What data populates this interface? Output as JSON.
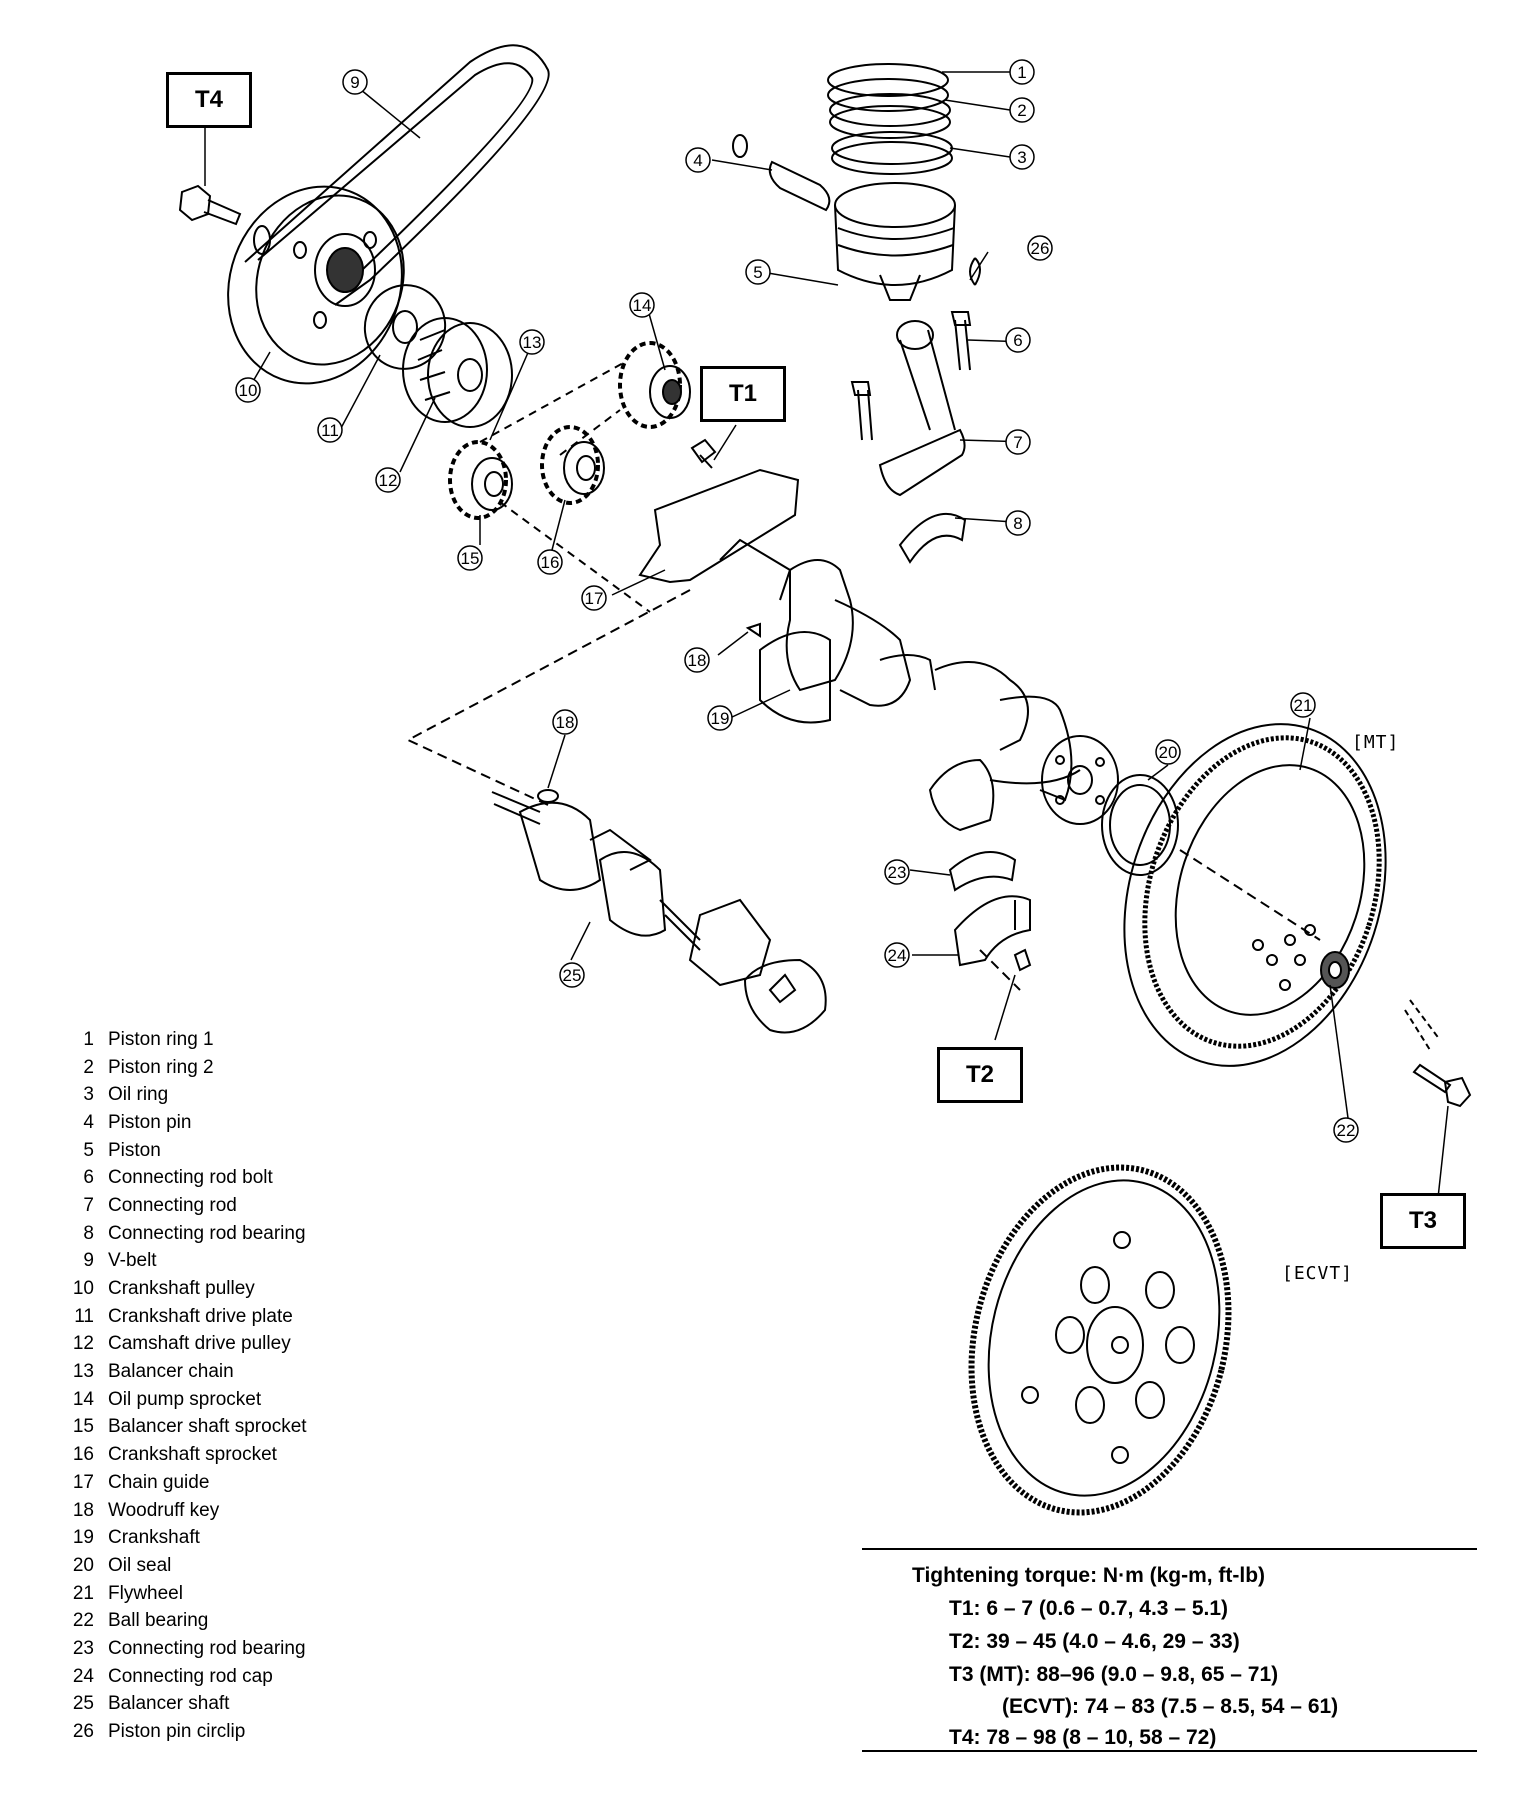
{
  "callouts": [
    "1",
    "2",
    "3",
    "4",
    "5",
    "6",
    "7",
    "8",
    "9",
    "10",
    "11",
    "12",
    "13",
    "14",
    "15",
    "16",
    "17",
    "18",
    "18",
    "19",
    "20",
    "21",
    "22",
    "23",
    "24",
    "25",
    "26"
  ],
  "torque_boxes": {
    "t1": "T1",
    "t2": "T2",
    "t3": "T3",
    "t4": "T4"
  },
  "variants": {
    "mt": "[MT]",
    "ecvt": "[ECVT]"
  },
  "legend": [
    {
      "num": "1",
      "name": "Piston ring 1"
    },
    {
      "num": "2",
      "name": "Piston ring 2"
    },
    {
      "num": "3",
      "name": "Oil ring"
    },
    {
      "num": "4",
      "name": "Piston pin"
    },
    {
      "num": "5",
      "name": "Piston"
    },
    {
      "num": "6",
      "name": "Connecting rod bolt"
    },
    {
      "num": "7",
      "name": "Connecting rod"
    },
    {
      "num": "8",
      "name": "Connecting rod bearing"
    },
    {
      "num": "9",
      "name": "V-belt"
    },
    {
      "num": "10",
      "name": "Crankshaft pulley"
    },
    {
      "num": "11",
      "name": "Crankshaft drive plate"
    },
    {
      "num": "12",
      "name": "Camshaft drive pulley"
    },
    {
      "num": "13",
      "name": "Balancer chain"
    },
    {
      "num": "14",
      "name": "Oil pump sprocket"
    },
    {
      "num": "15",
      "name": "Balancer shaft sprocket"
    },
    {
      "num": "16",
      "name": "Crankshaft sprocket"
    },
    {
      "num": "17",
      "name": "Chain guide"
    },
    {
      "num": "18",
      "name": "Woodruff key"
    },
    {
      "num": "19",
      "name": "Crankshaft"
    },
    {
      "num": "20",
      "name": "Oil seal"
    },
    {
      "num": "21",
      "name": "Flywheel"
    },
    {
      "num": "22",
      "name": "Ball bearing"
    },
    {
      "num": "23",
      "name": "Connecting rod bearing"
    },
    {
      "num": "24",
      "name": "Connecting rod cap"
    },
    {
      "num": "25",
      "name": "Balancer shaft"
    },
    {
      "num": "26",
      "name": "Piston pin circlip"
    }
  ],
  "torque": {
    "title": "Tightening torque:  N·m (kg-m, ft-lb)",
    "lines": [
      "T1:  6 – 7 (0.6 – 0.7, 4.3 – 5.1)",
      "T2:  39 – 45 (4.0 – 4.6, 29 – 33)",
      "T3 (MT):  88–96 (9.0 – 9.8, 65 – 71)",
      "(ECVT):  74 – 83 (7.5 – 8.5, 54 – 61)",
      "T4:  78 – 98 (8 – 10, 58 – 72)"
    ]
  }
}
